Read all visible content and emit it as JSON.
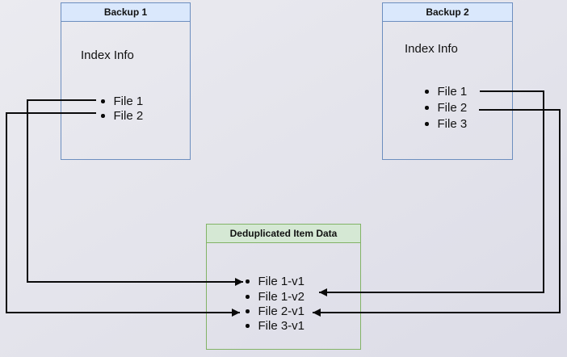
{
  "backup1": {
    "title": "Backup 1",
    "subtitle": "Index Info",
    "files": [
      "File 1",
      "File 2"
    ]
  },
  "backup2": {
    "title": "Backup 2",
    "subtitle": "Index Info",
    "files": [
      "File 1",
      "File 2",
      "File 3"
    ]
  },
  "dedup": {
    "title": "Deduplicated Item Data",
    "items": [
      "File 1-v1",
      "File 1-v2",
      "File 2-v1",
      "File 3-v1"
    ]
  },
  "connections": [
    {
      "from": "Backup 1 / File 1",
      "to": "File 1-v1"
    },
    {
      "from": "Backup 1 / File 2",
      "to": "File 2-v1"
    },
    {
      "from": "Backup 2 / File 1",
      "to": "File 1-v2"
    },
    {
      "from": "Backup 2 / File 2",
      "to": "File 2-v1"
    }
  ],
  "colors": {
    "blue_header_fill": "#dae8fc",
    "blue_border": "#6c8ebf",
    "green_header_fill": "#d5e8d4",
    "green_border": "#82b366",
    "arrow": "#0a0a0a",
    "background": "#e4e4eb"
  }
}
